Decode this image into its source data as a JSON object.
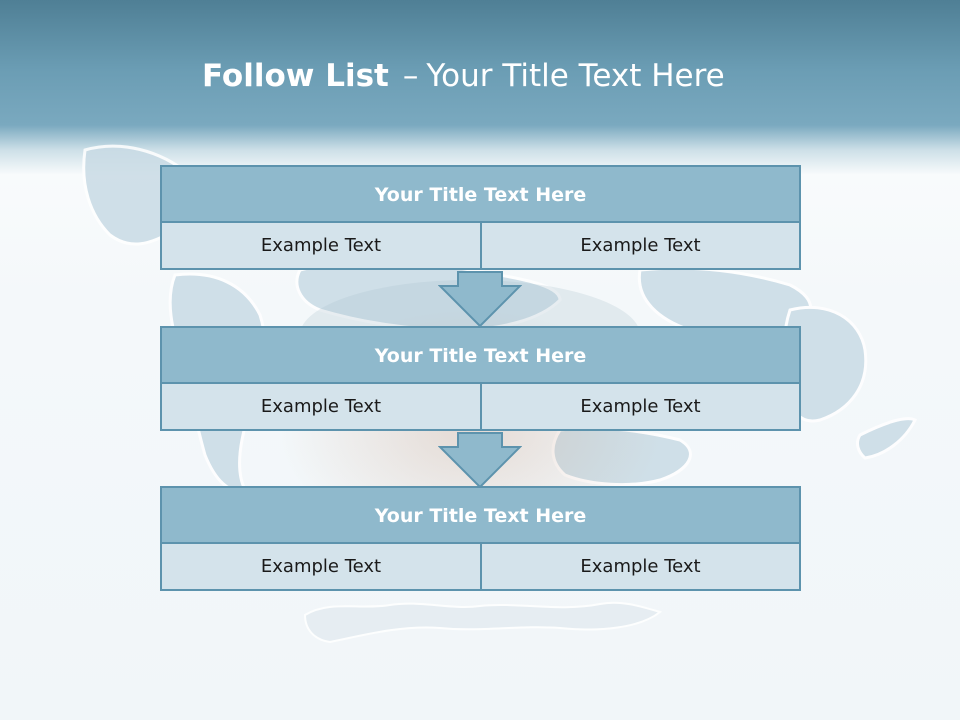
{
  "slide": {
    "title_bold": "Follow List",
    "title_dash": "–",
    "title_rest": "Your Title Text Here"
  },
  "blocks": [
    {
      "title": "Your Title Text Here",
      "left": "Example Text",
      "right": "Example Text"
    },
    {
      "title": "Your Title Text Here",
      "left": "Example Text",
      "right": "Example Text"
    },
    {
      "title": "Your Title Text Here",
      "left": "Example Text",
      "right": "Example Text"
    }
  ],
  "colors": {
    "header": "#6b9db4",
    "block_head": "#8fb9cc",
    "block_cell": "#d4e3eb",
    "border": "#5d93ad",
    "arrow_fill": "#8fb9cc"
  },
  "icons": {
    "arrow": "arrow-down-icon",
    "background": "world-map-illustration"
  }
}
